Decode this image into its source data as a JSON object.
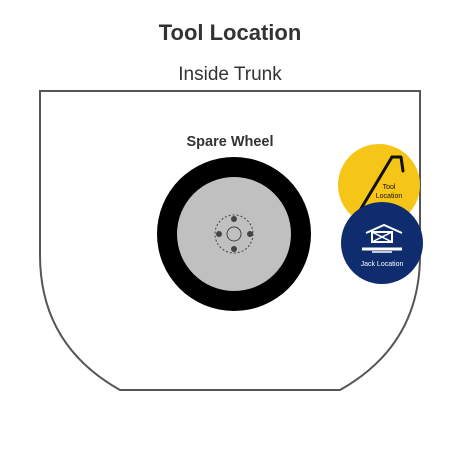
{
  "title": "Tool Location",
  "subtitle": "Inside Trunk",
  "spare_wheel": {
    "label": "Spare Wheel"
  },
  "markers": {
    "tool": {
      "label_line1": "Tool",
      "label_line2": "Location",
      "icon": "wrench-icon",
      "color": "#F5C518"
    },
    "jack": {
      "label": "Jack Location",
      "icon": "scissor-jack-icon",
      "color": "#0E2C6E"
    }
  },
  "colors": {
    "trunk_outline": "#555555",
    "tire": "#000000",
    "rim": "#C0C0C0",
    "text": "#333333"
  }
}
